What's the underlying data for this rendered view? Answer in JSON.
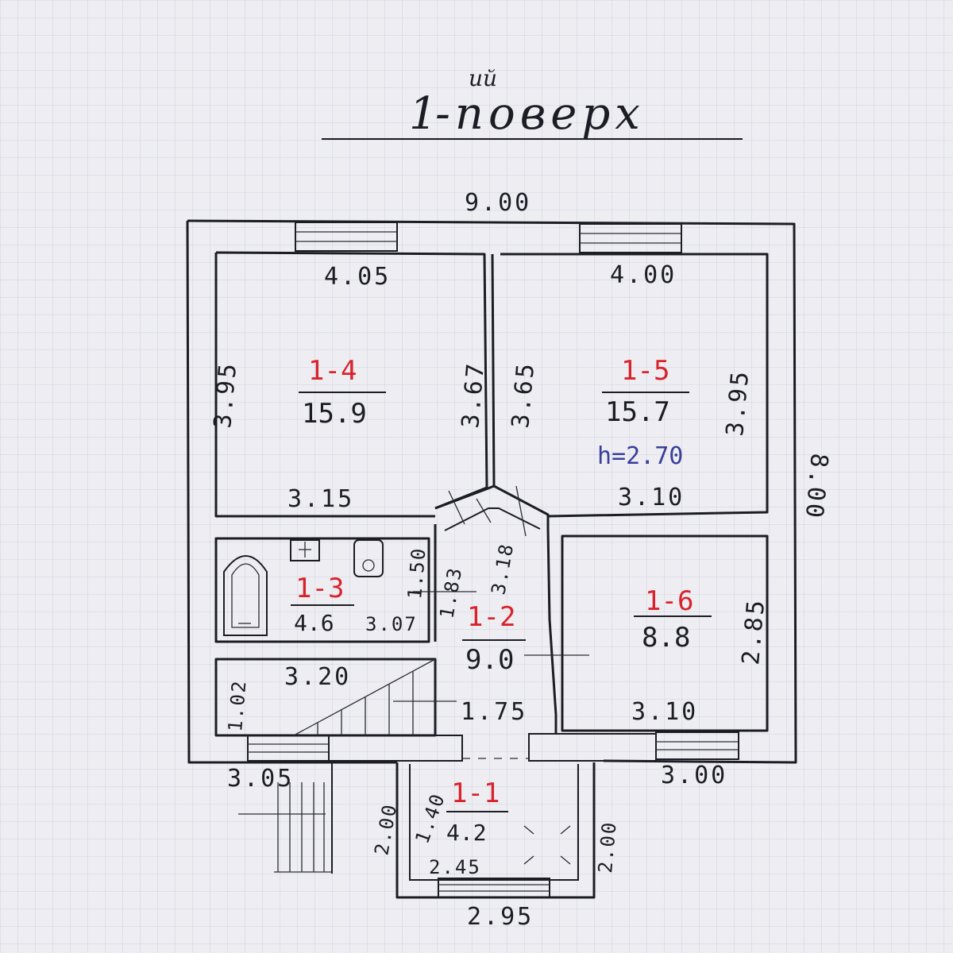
{
  "title": {
    "text": "-поверх",
    "num": "1",
    "sup": "ий"
  },
  "outer": {
    "width": "9.00",
    "depth": "8.00"
  },
  "rooms": [
    {
      "code": "1-4",
      "area": "15.9",
      "dims": {
        "top": "4.05",
        "bottom": "3.15",
        "left": "3.95",
        "right": "3.67"
      }
    },
    {
      "code": "1-5",
      "area": "15.7",
      "height_note": "h=2.70",
      "dims": {
        "top": "4.00",
        "bottom": "3.10",
        "left": "3.65",
        "right": "3.95"
      }
    },
    {
      "code": "1-3",
      "area": "4.6",
      "dims": {
        "bottom": "3.07",
        "right": "1.50"
      }
    },
    {
      "code": "1-2",
      "area": "9.0",
      "dims": {
        "diag": "3.18",
        "side": "1.83",
        "width": "1.75"
      }
    },
    {
      "code": "1-6",
      "area": "8.8",
      "dims": {
        "bottom": "3.10",
        "right": "2.85"
      }
    },
    {
      "code": "1-1",
      "area": "4.2",
      "dims": {
        "left": "2.00",
        "right": "2.00",
        "inner_left": "1.40",
        "inner_bottom": "2.45",
        "bottom": "2.95"
      }
    }
  ],
  "stairs": {
    "width": "3.20",
    "height": "1.02"
  },
  "exterior": {
    "left_bottom": "3.05",
    "right_bottom": "3.00"
  }
}
